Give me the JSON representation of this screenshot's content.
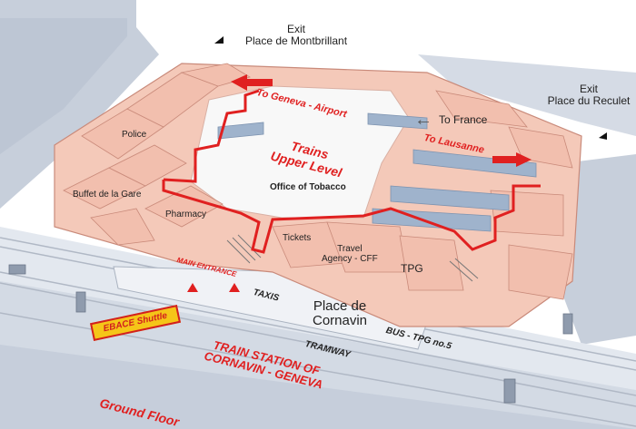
{
  "exits": {
    "montbrillant": {
      "line1": "Exit",
      "line2": "Place de Montbrillant"
    },
    "reculet": {
      "line1": "Exit",
      "line2": "Place du Reculet"
    }
  },
  "directions": {
    "geneva_airport": "To Geneva - Airport",
    "france": "To France",
    "lausanne": "To Lausanne"
  },
  "areas": {
    "trains_upper": "Trains\nUpper Level",
    "police": "Police",
    "buffet": "Buffet de la Gare",
    "pharmacy": "Pharmacy",
    "tobacco": "Office of Tobacco",
    "tickets": "Tickets",
    "travel_agency": "Travel\nAgency - CFF",
    "tpg": "TPG",
    "main_entrance": "MAIN ENTRANCE",
    "taxis": "TAXIS",
    "place_cornavin": "Place de\nCornavin",
    "bus": "BUS - TPG no.5",
    "tramway": "TRAMWAY",
    "shuttle": "EBACE Shuttle",
    "station_title": "TRAIN STATION OF\nCORNAVIN - GENEVA",
    "ground_floor": "Ground Floor"
  },
  "colors": {
    "building_fill": "#f4c9b9",
    "building_edge": "#c98a7a",
    "route_red": "#e02020",
    "platform_blue": "#9fb3cc",
    "street_gray": "#dfe5ee",
    "rail_gray": "#cdd4de"
  }
}
